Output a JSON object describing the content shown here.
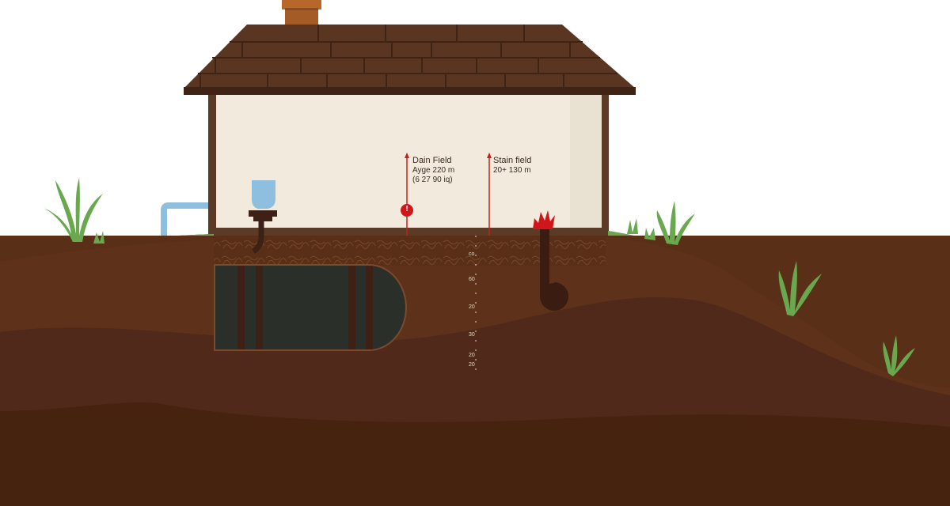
{
  "diagram": {
    "subject": "Septic system cross-section beneath a house",
    "colors": {
      "roof": "#5a3622",
      "roof_edge": "#3f2416",
      "chimney": "#a45b25",
      "wall": "#f2ebdd",
      "frame": "#5b3a26",
      "soil_top": "#5e321a",
      "soil_mid": "#51291a",
      "soil_deep": "#46230f",
      "grass": "#6aa84f",
      "pipe_water": "#8fbfdf",
      "tank": "#2b2f2a",
      "marker_red": "#d0161a"
    }
  },
  "labels": {
    "drain_field": {
      "title": "Dain Field",
      "line1": "Ayge 220 m",
      "line2": "(6 27 90 iq)"
    },
    "stain_field": {
      "title": "Stain field",
      "line1": "20+ 130 m"
    }
  },
  "depth_scale": {
    "ticks": [
      "co",
      "60",
      "20",
      "30",
      "20",
      "20"
    ]
  },
  "markers": {
    "alert_glyph": "!"
  }
}
